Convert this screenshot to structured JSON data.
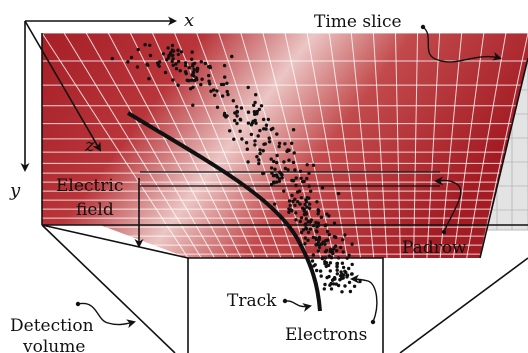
{
  "axes": {
    "x": "x",
    "y": "y",
    "z": "z"
  },
  "labels": {
    "time_slice": "Time slice",
    "electric_field_line1": "Electric",
    "electric_field_line2": "field",
    "padrow": "Padrow",
    "track": "Track",
    "electrons": "Electrons",
    "detection_volume_line1": "Detection",
    "detection_volume_line2": "volume"
  },
  "colors": {
    "readout_plane": "#a61f26",
    "readout_plane_highlight": "#e8b6b4",
    "grid": "#ffffff",
    "track": "#111111",
    "electron": "#111111",
    "outline": "#111111",
    "time_slice_stack": "#dcdcdc"
  }
}
